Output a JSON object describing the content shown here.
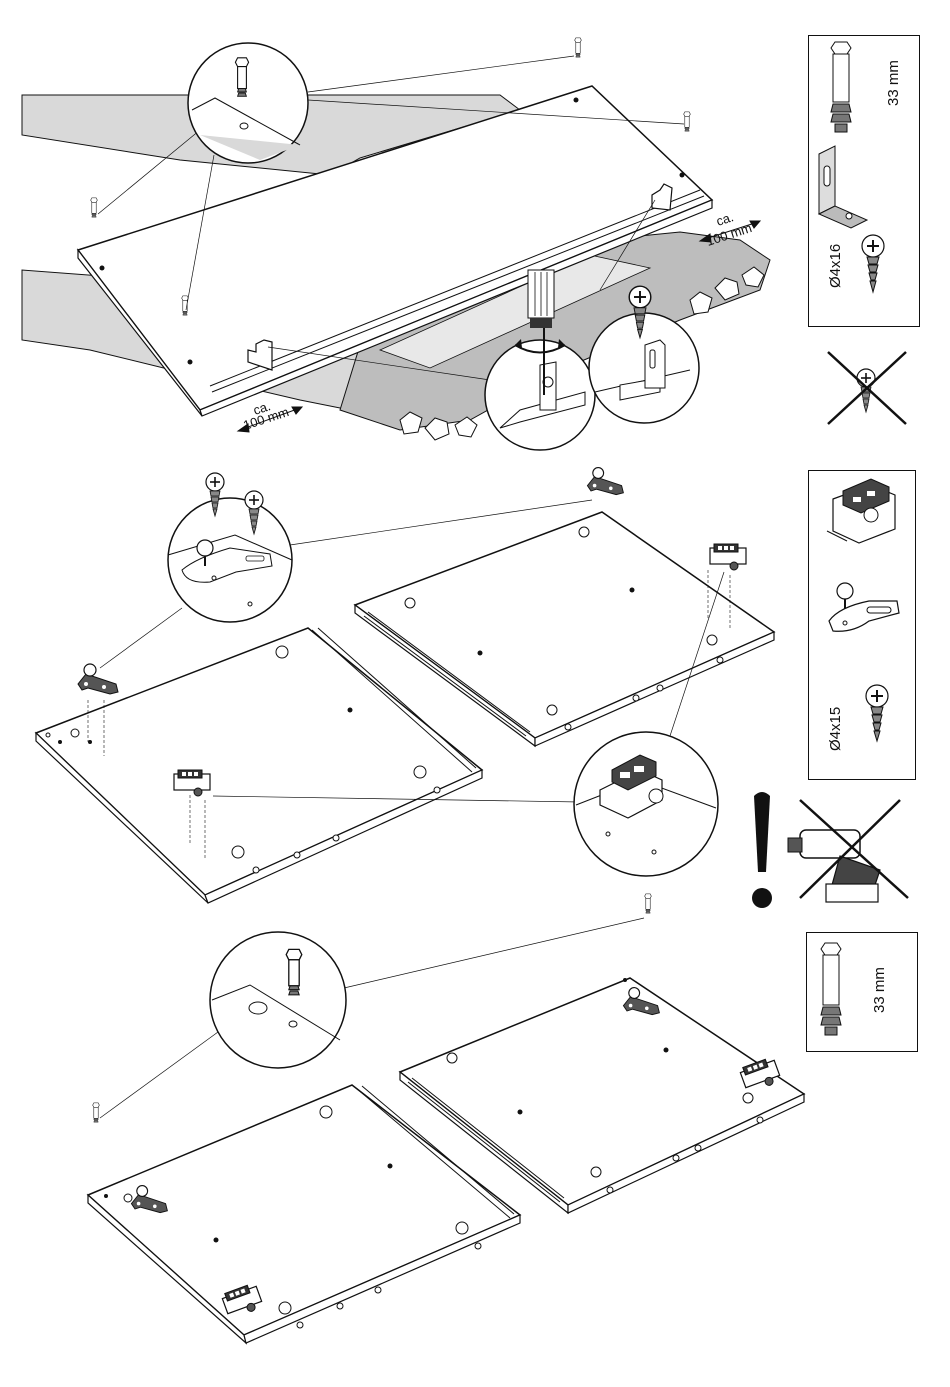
{
  "top_section": {
    "dimension_left": {
      "line1": "ca.",
      "line2": "100 mm"
    },
    "dimension_right": {
      "line1": "ca.",
      "line2": "100 mm"
    }
  },
  "parts_box_1": {
    "dowel_length": "33 mm",
    "screw_size": "Ø4x16"
  },
  "parts_box_2": {
    "screw_size": "Ø4x15"
  },
  "parts_box_3": {
    "dowel_length": "33 mm"
  },
  "icons": [
    "cam-dowel-icon",
    "angle-bracket-icon",
    "wood-screw-icon",
    "no-screw-icon",
    "hinge-plate-icon",
    "cam-plate-icon",
    "warning-exclamation-icon",
    "no-power-drill-icon"
  ],
  "colors": {
    "line": "#111111",
    "carpet": "#d9d9d9",
    "carpet_dark": "#bdbdbd",
    "board": "#ffffff"
  }
}
